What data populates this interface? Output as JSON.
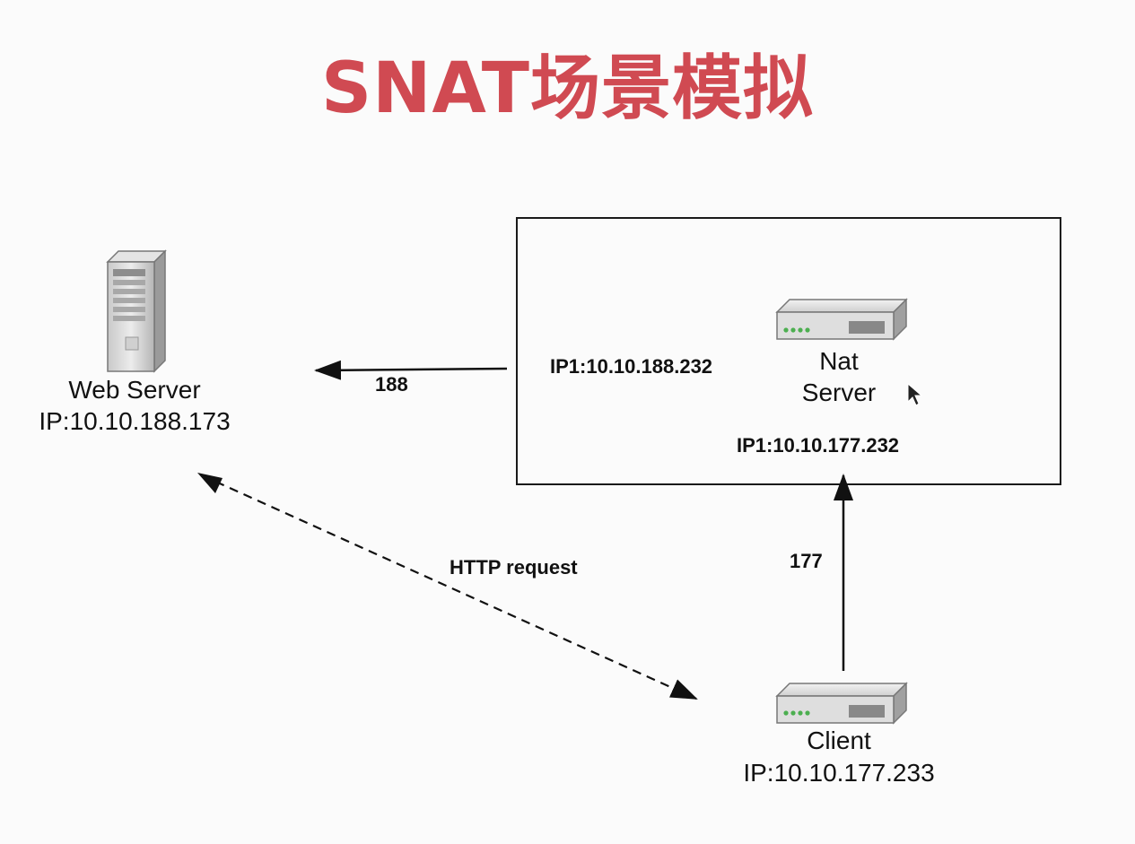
{
  "title": "SNAT场景模拟",
  "web_server": {
    "name": "Web Server",
    "ip": "IP:10.10.188.173"
  },
  "nat_server": {
    "name_line1": "Nat",
    "name_line2": "Server",
    "ip_outer": "IP1:10.10.188.232",
    "ip_inner": "IP1:10.10.177.232"
  },
  "client": {
    "name": "Client",
    "ip": "IP:10.10.177.233"
  },
  "links": {
    "nat_to_web": "188",
    "client_to_nat": "177",
    "http": "HTTP request"
  },
  "colors": {
    "title": "#d04a52",
    "line": "#111111",
    "led": "#4caf50"
  }
}
